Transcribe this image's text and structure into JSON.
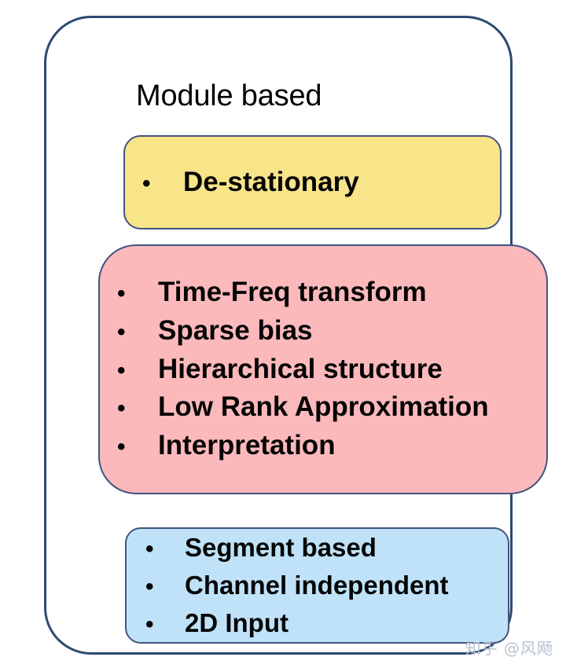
{
  "diagram": {
    "title": "Module based",
    "bullet_glyph": "•",
    "outer_border_color": "#2c4a71",
    "groups": [
      {
        "id": "de-stationary",
        "fill": "#f8e489",
        "border": "#43537f",
        "items": [
          "De-stationary"
        ]
      },
      {
        "id": "architecture-biases",
        "fill": "#fcb9bb",
        "border": "#43537f",
        "items": [
          "Time-Freq transform",
          "Sparse bias",
          "Hierarchical structure",
          "Low Rank Approximation",
          "Interpretation"
        ]
      },
      {
        "id": "input-representation",
        "fill": "#bfe2f8",
        "border": "#43537f",
        "items": [
          "Segment based",
          "Channel independent",
          "2D Input"
        ]
      }
    ]
  },
  "watermark": {
    "text": "知乎 @风飏"
  }
}
